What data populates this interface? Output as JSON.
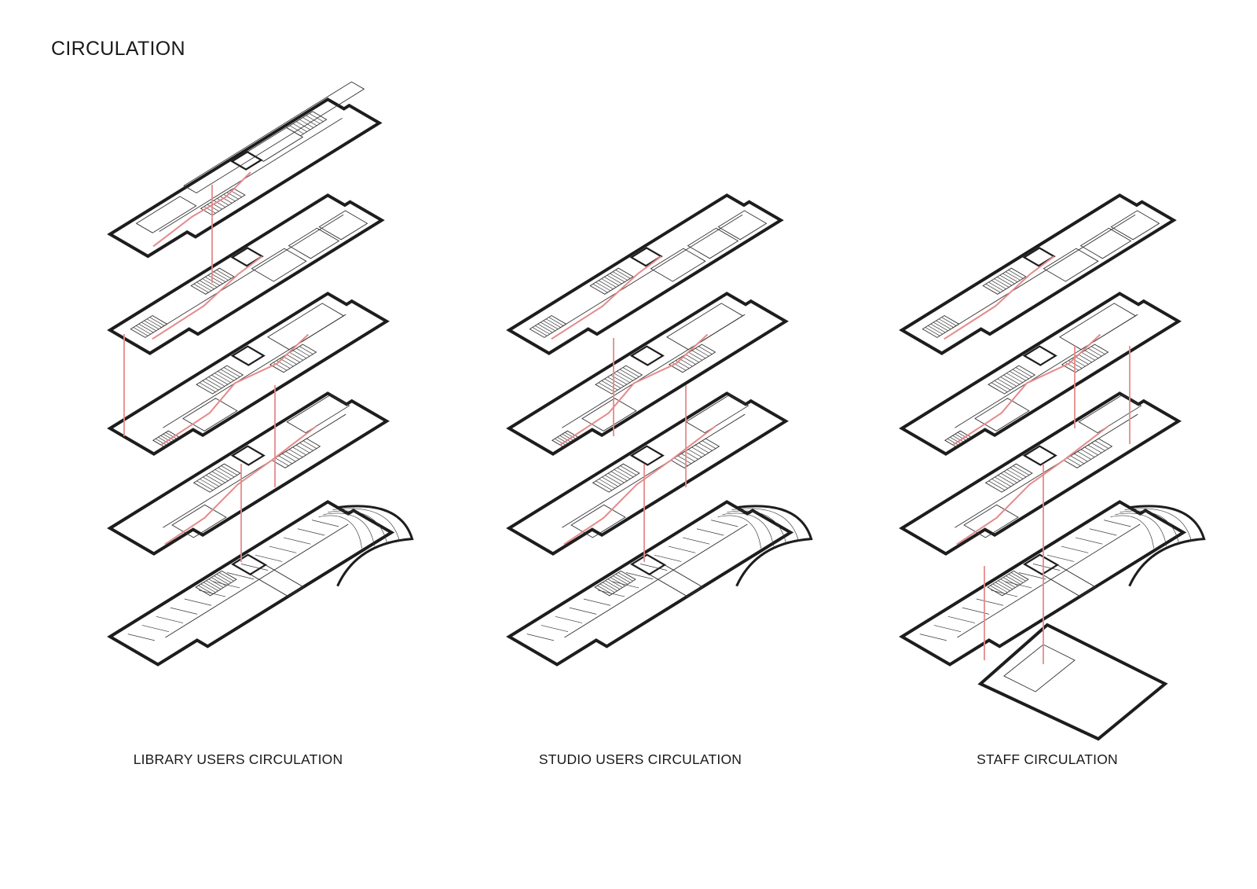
{
  "title": "CIRCULATION",
  "diagrams": [
    {
      "caption": "LIBRARY USERS CIRCULATION"
    },
    {
      "caption": "STUDIO USERS CIRCULATION"
    },
    {
      "caption": "STAFF CIRCULATION"
    }
  ],
  "colors": {
    "wall": "#1d1d1d",
    "circulation": "#e58a8a",
    "background": "#ffffff"
  }
}
